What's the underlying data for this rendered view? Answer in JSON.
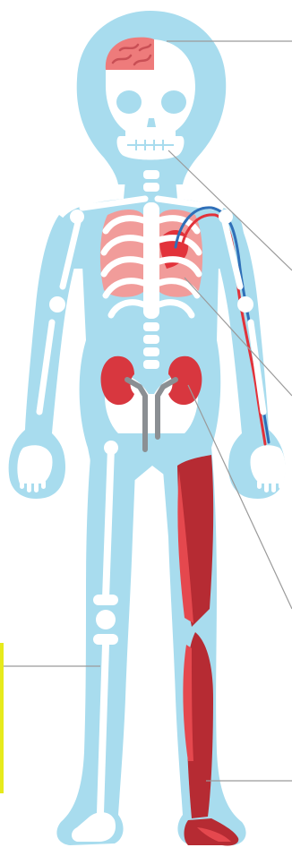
{
  "figure": {
    "kind": "human body systems diagram",
    "colors": {
      "body_outline": "#a8dcee",
      "bone": "#ffffff",
      "brain": "#ee7b7b",
      "brain_detail": "#c94f55",
      "lungs": "#f19c9a",
      "heart": "#e2323a",
      "vein": "#2f6fb8",
      "artery": "#e2323a",
      "kidney": "#d8373f",
      "urinary_tract": "#8b8f93",
      "muscle": "#b62b33",
      "muscle_light": "#e5484e",
      "leader_line": "#9a9a9a",
      "side_bar": "#e6ea1c"
    },
    "parts": [
      "brain",
      "skull",
      "lungs",
      "ribs",
      "heart",
      "blood-vessels",
      "kidneys",
      "urinary-tract",
      "leg-bone",
      "leg-muscles"
    ]
  }
}
